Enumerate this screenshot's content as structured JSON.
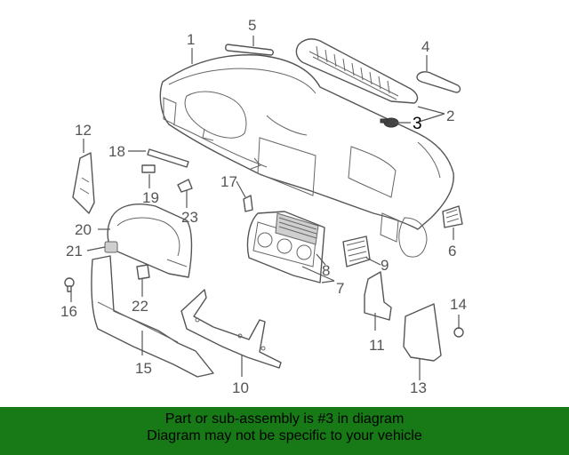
{
  "diagram": {
    "callouts": {
      "c1": "1",
      "c2": "2",
      "c3": "3",
      "c4": "4",
      "c5": "5",
      "c6": "6",
      "c7": "7",
      "c8": "8",
      "c9": "9",
      "c10": "10",
      "c11": "11",
      "c12": "12",
      "c13": "13",
      "c14": "14",
      "c15": "15",
      "c16": "16",
      "c17": "17",
      "c18": "18",
      "c19": "19",
      "c20": "20",
      "c21": "21",
      "c22": "22",
      "c23": "23"
    },
    "highlight_part": "3",
    "highlight_color": "#177a17"
  },
  "banner": {
    "line1": "Part or sub-assembly is #3 in diagram",
    "line2": "Diagram may not be specific to your vehicle",
    "color": "#177a17"
  }
}
